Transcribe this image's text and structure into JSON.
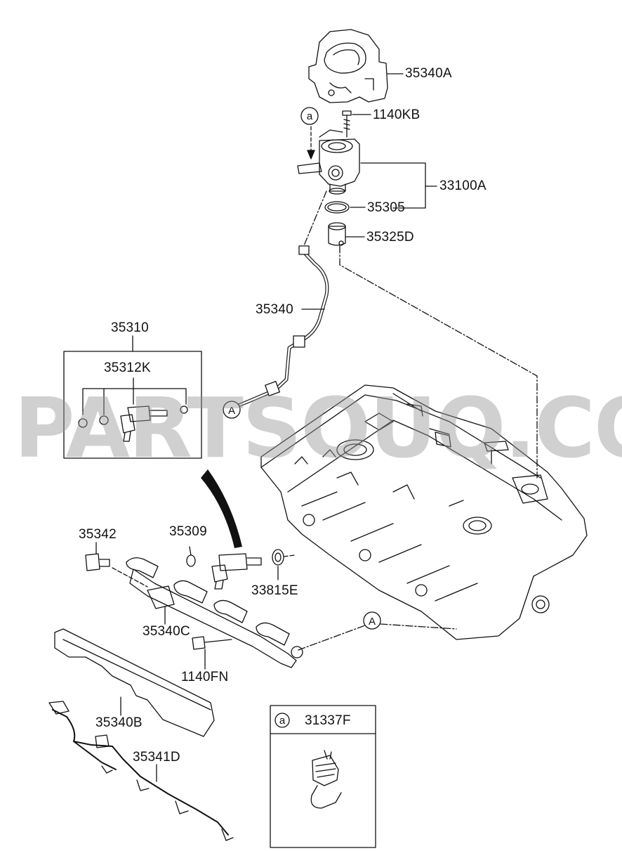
{
  "watermark": "PARTSOUQ.COM",
  "labels": {
    "p35340A": "35340A",
    "p1140KB": "1140KB",
    "p33100A": "33100A",
    "p35305": "35305",
    "p35325D": "35325D",
    "p35340": "35340",
    "p35310": "35310",
    "p35312K": "35312K",
    "p35342": "35342",
    "p35309": "35309",
    "p33815E": "33815E",
    "p35340C": "35340C",
    "p1140FN": "1140FN",
    "p35340B": "35340B",
    "p35341D": "35341D",
    "p31337F": "31337F"
  },
  "callouts": {
    "a_top": "a",
    "a_box": "a",
    "A_upper": "A",
    "A_lower": "A"
  }
}
